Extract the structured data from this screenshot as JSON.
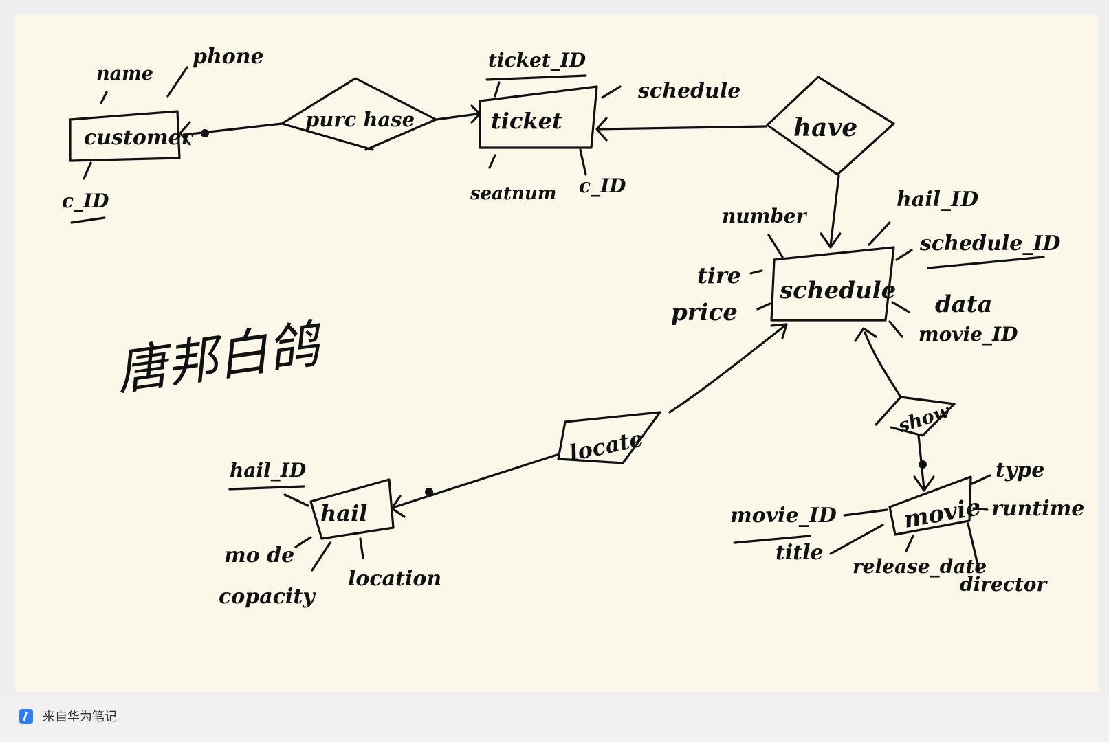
{
  "entities": {
    "customer": "customer",
    "ticket": "ticket",
    "schedule": "schedule",
    "hall": "hail",
    "movie": "movie"
  },
  "relationships": {
    "purchase": "purc hase",
    "have": "have",
    "locate": "locate",
    "show": "show"
  },
  "attributes": {
    "customer": {
      "name": "name",
      "phone": "phone",
      "id": "c_ID"
    },
    "ticket": {
      "id": "ticket_ID",
      "schedule": "schedule",
      "seatnum": "seatnum",
      "customer_id": "c_ID"
    },
    "schedule": {
      "number": "number",
      "hall_id": "hail_ID",
      "id": "schedule_ID",
      "time": "tire",
      "price": "price",
      "date": "data",
      "movie_id": "movie_ID"
    },
    "hall": {
      "id": "hail_ID",
      "mode": "mo de",
      "capacity": "copacity",
      "location": "location"
    },
    "movie": {
      "id": "movie_ID",
      "title": "title",
      "release_date": "release_date",
      "director": "director",
      "type": "type",
      "runtime": "runtime"
    }
  },
  "signature": "唐邦白鸽",
  "footer": {
    "source_label": "来自华为笔记",
    "icon": "huawei-notes-icon"
  }
}
